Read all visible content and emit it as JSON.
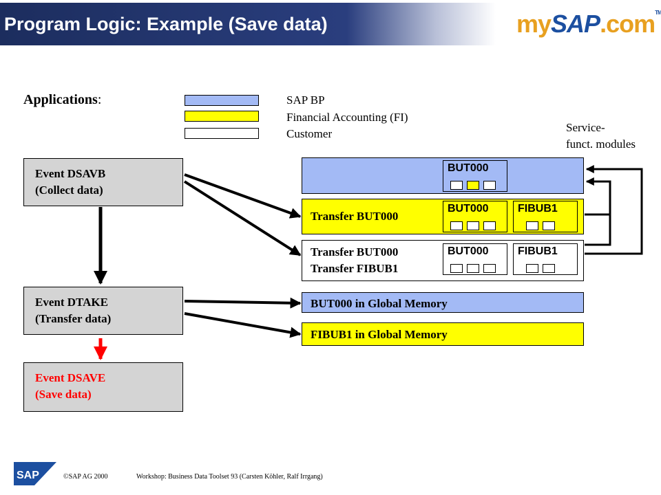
{
  "header": {
    "title": "Program Logic: Example (Save data)",
    "brand": {
      "my": "my",
      "sap": "SAP",
      "com": ".com",
      "tm": "TM"
    }
  },
  "legend": {
    "label": "Applications",
    "label_suffix": ":",
    "items": [
      {
        "text": "SAP BP",
        "color": "#a3baf5"
      },
      {
        "text": "Financial Accounting (FI)",
        "color": "#ffff00"
      },
      {
        "text": "Customer",
        "color": "#ffffff"
      }
    ]
  },
  "service_label": {
    "line1": "Service-",
    "line2": "funct. modules"
  },
  "events": [
    {
      "line1": "Event DSAVB",
      "line2": "(Collect data)",
      "color": "#000000"
    },
    {
      "line1": "Event DTAKE",
      "line2": "(Transfer data)",
      "color": "#000000"
    },
    {
      "line1": "Event DSAVE",
      "line2": "(Save data)",
      "color": "#ff0000"
    }
  ],
  "rows": {
    "row1": {
      "module": "BUT000"
    },
    "row2": {
      "text": "Transfer BUT000",
      "module1": "BUT000",
      "module2": "FIBUB1"
    },
    "row3": {
      "line1": "Transfer BUT000",
      "line2": "Transfer FIBUB1",
      "module1": "BUT000",
      "module2": "FIBUB1"
    },
    "global1": "BUT000 in Global Memory",
    "global2": "FIBUB1 in Global Memory"
  },
  "footer": {
    "logo": "SAP",
    "copyright": "©SAP AG 2000",
    "workshop": "Workshop: Business Data Toolset 93 (Carsten Köhler, Ralf Irrgang)"
  },
  "colors": {
    "bp_blue": "#a3baf5",
    "fi_yellow": "#ffff00",
    "event_gray": "#d4d4d4",
    "title_navy": "#1c2d5e",
    "arrow_red": "#ff0000"
  }
}
